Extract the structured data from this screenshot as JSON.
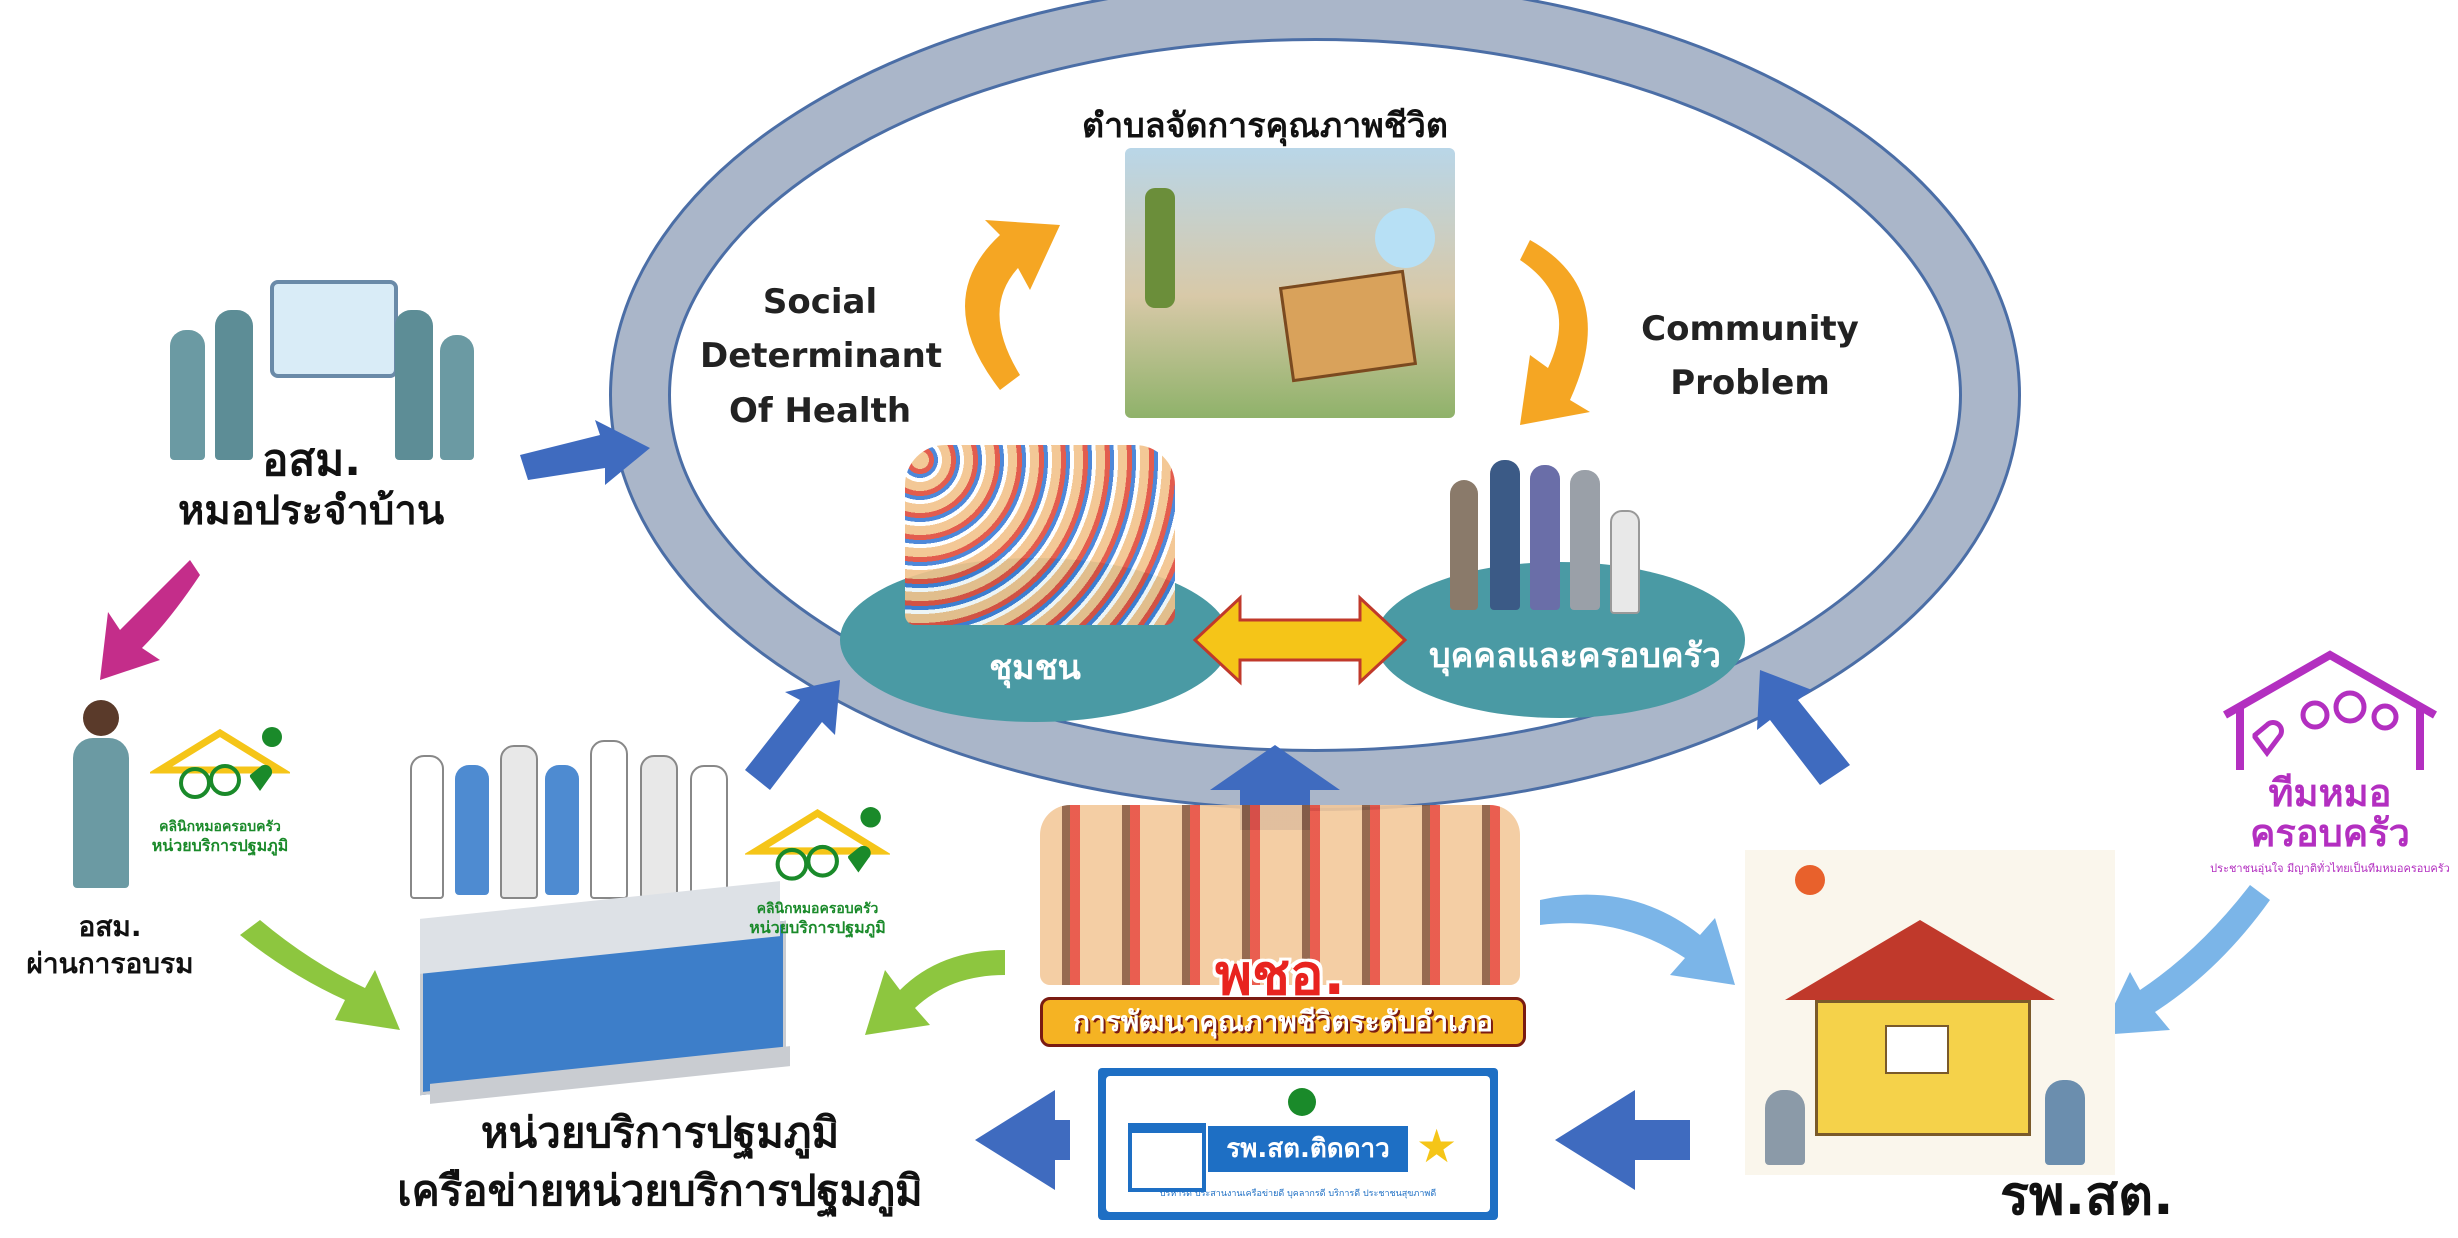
{
  "colors": {
    "ring": "#aab6c9",
    "ring_edge": "#4b6ea6",
    "blue_arrow": "#3f6bbf",
    "teal": "#4a9aa4",
    "orange": "#f5a623",
    "magenta": "#c42d8a",
    "green_arrow": "#8dc63f",
    "purple": "#b32fc0",
    "light_blue_arrow": "#7bb5e8"
  },
  "center": {
    "title": "ตำบลจัดการคุณภาพชีวิต",
    "left_label": [
      "Social",
      "Determinant",
      "Of Health"
    ],
    "right_label": [
      "Community",
      "Problem"
    ],
    "community_label": "ชุมชน",
    "family_label": "บุคคลและครอบครัว"
  },
  "left": {
    "osm_title": "อสม.",
    "osm_subtitle": "หมอประจำบ้าน",
    "trained_line1": "อสม.",
    "trained_line2": "ผ่านการอบรม",
    "logo_line1": "คลินิกหมอครอบครัว",
    "logo_line2": "หน่วยบริการปฐมภูมิ"
  },
  "bottom": {
    "pcu_line1": "หน่วยบริการปฐมภูมิ",
    "pcu_line2": "เครือข่ายหน่วยบริการปฐมภูมิ",
    "pcu_logo_line1": "คลินิกหมอครอบครัว",
    "pcu_logo_line2": "หน่วยบริการปฐมภูมิ",
    "dhb_title": "พชอ.",
    "dhb_subtitle": "การพัฒนาคุณภาพชีวิตระดับอำเภอ",
    "star_sign": "รพ.สต.ติดดาว",
    "star_sign_small": "บริหารดี  ประสานงานเครือข่ายดี  บุคลากรดี  บริการดี  ประชาชนสุขภาพดี",
    "hospital_label": "รพ.สต."
  },
  "right": {
    "team_line1": "ทีมหมอ",
    "team_line2": "ครอบครัว",
    "team_tagline": "ประชาชนอุ่นใจ  มีญาติทั่วไทยเป็นทีมหมอครอบครัว"
  }
}
